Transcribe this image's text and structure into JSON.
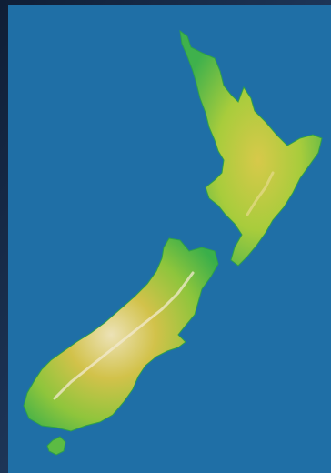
{
  "map": {
    "colors": {
      "sea": "#1f6fa6",
      "coast": "#37b34a",
      "lowland": "#8cc63f",
      "upland": "#d7c94a",
      "alpine": "#e8dfb0",
      "frame_dark": "#1c2d47"
    },
    "regions": [
      {
        "id": "north-island"
      },
      {
        "id": "south-island"
      },
      {
        "id": "stewart-island"
      }
    ]
  }
}
